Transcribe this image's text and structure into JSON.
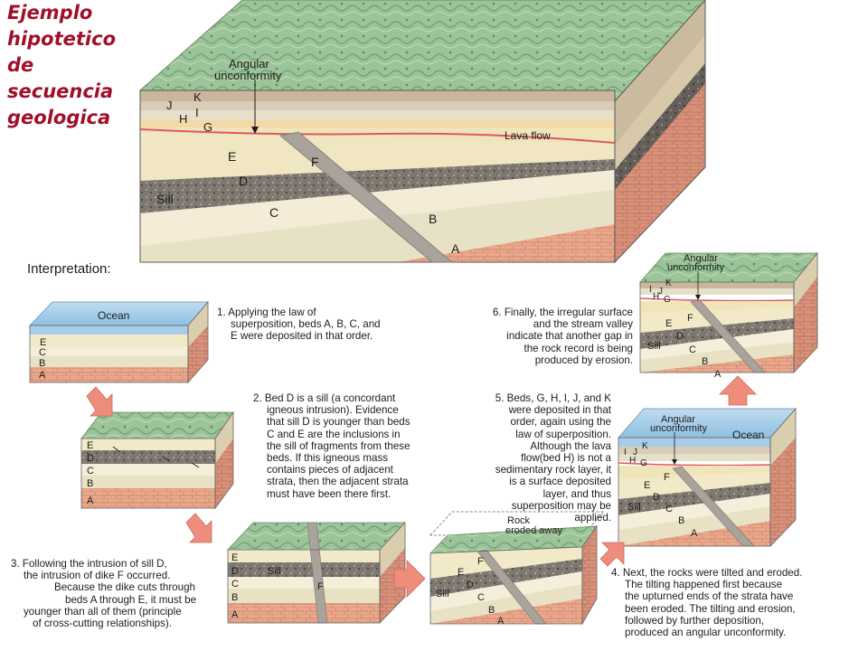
{
  "title_lines": [
    "Ejemplo",
    "hipotetico",
    "de",
    "secuencia",
    "geologica"
  ],
  "interpretation_label": "Interpretation:",
  "main_block": {
    "labels": {
      "angular_unconformity": [
        "Angular",
        "unconformity"
      ],
      "lava_flow": "Lava flow",
      "sill": "Sill",
      "beds": [
        "A",
        "B",
        "C",
        "D",
        "E",
        "F",
        "G",
        "H",
        "I",
        "J",
        "K"
      ]
    }
  },
  "block_labels": {
    "ocean": "Ocean",
    "sill": "Sill",
    "rock_eroded": [
      "Rock",
      "eroded away"
    ],
    "angular_unconformity": [
      "Angular",
      "unconformity"
    ]
  },
  "steps": [
    {
      "num": "1.",
      "lines": [
        "Applying the law of",
        "superposition, beds A, B, C, and",
        "E were deposited in that order."
      ]
    },
    {
      "num": "2.",
      "lines": [
        "Bed D is a sill (a concordant",
        "igneous intrusion). Evidence",
        "that sill D is younger than beds",
        "C and E are the inclusions in",
        "the sill of fragments from these",
        "beds. If this igneous mass",
        "contains pieces of adjacent",
        "strata, then the adjacent strata",
        "must have been there first."
      ]
    },
    {
      "num": "3.",
      "lines": [
        "Following the intrusion of sill D,",
        "the intrusion of dike F occurred.",
        "Because the dike cuts through",
        "beds A through E, it must be",
        "younger than all of them (principle",
        "of cross-cutting relationships)."
      ]
    },
    {
      "num": "4.",
      "lines": [
        "Next, the rocks were tilted and eroded.",
        "The tilting happened first because",
        "the upturned ends of the strata have",
        "been eroded. The tilting and erosion,",
        "followed by further deposition,",
        "produced an angular unconformity."
      ]
    },
    {
      "num": "5.",
      "lines": [
        "Beds, G, H, I, J, and K",
        "were deposited in that",
        "order, again using the",
        "law of superposition.",
        "Although the lava",
        "flow(bed H) is not a",
        "sedimentary rock layer, it",
        "is a surface deposited",
        "layer, and thus",
        "superposition may be",
        "applied."
      ]
    },
    {
      "num": "6.",
      "lines": [
        "Finally, the irregular surface",
        "and the stream valley",
        "indicate that another gap in",
        "the rock record is being",
        "produced by erosion."
      ]
    }
  ]
}
